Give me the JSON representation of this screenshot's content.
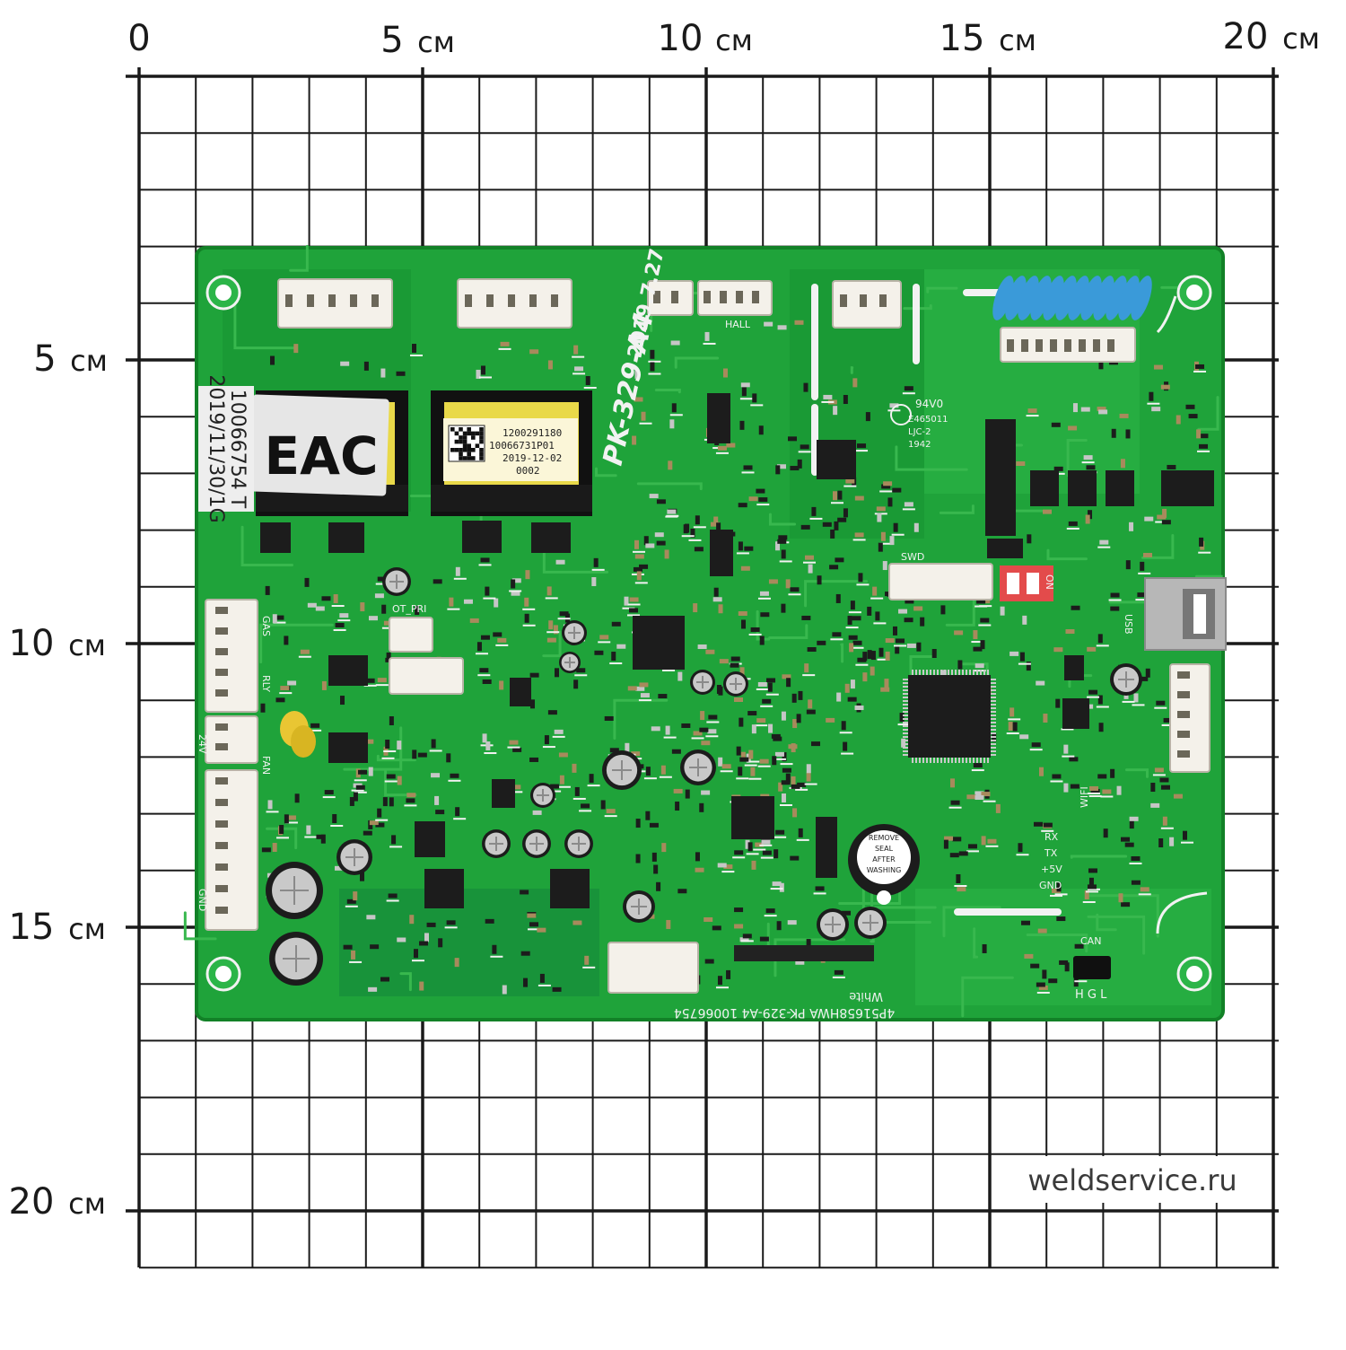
{
  "ruler": {
    "top_labels": [
      {
        "num": "0",
        "unit": ""
      },
      {
        "num": "5",
        "unit": "см"
      },
      {
        "num": "10",
        "unit": "см"
      },
      {
        "num": "15",
        "unit": "см"
      },
      {
        "num": "20",
        "unit": "см"
      }
    ],
    "left_labels": [
      {
        "num": "5",
        "unit": "см"
      },
      {
        "num": "10",
        "unit": "см"
      },
      {
        "num": "15",
        "unit": "см"
      },
      {
        "num": "20",
        "unit": "см"
      }
    ]
  },
  "watermark": "weldservice.ru",
  "board": {
    "model": "PK-329-A4",
    "date": "2019.7.27",
    "bottom_silk": "4P51658HWA     PK-329-A4     10066754",
    "eac_label": "EAC",
    "side_sticker": [
      "10066754 T",
      "2019/11/30/1G"
    ],
    "qr_sticker": [
      "1200291180",
      "10066731P01",
      "2019-12-02",
      "0002"
    ],
    "buzzer_sticker": [
      "REMOVE",
      "SEAL",
      "AFTER",
      "WASHING"
    ],
    "ul_mark": [
      "94V0",
      "E465011",
      "LJC-2",
      "1942"
    ],
    "silk_labels": {
      "hall": "HALL",
      "swd": "SWD",
      "usb": "USB",
      "white": "White",
      "can": "CAN",
      "hgl": "H G L",
      "on": "ON",
      "wifi": "WIFI",
      "gas": "GAS",
      "rly": "RLY",
      "fan": "FAN",
      "v24": "24V",
      "gnd": "GND",
      "v5": "+5V",
      "rx": "RX",
      "tx": "TX",
      "gnd2": "GND",
      "ot_pri": "OT_PRI"
    },
    "colors": {
      "pcb": "#1fa33a",
      "pcb_dark": "#14842c",
      "trace": "#38b84e",
      "silk": "#f2f2f2",
      "chip": "#1c1c1c",
      "connector": "#f4f1ea",
      "capacitor_blue": "#3a9ad9",
      "switch_red": "#e34b4b",
      "sticker_yellow": "#e9d949",
      "grid": "#1a1a1a"
    }
  }
}
